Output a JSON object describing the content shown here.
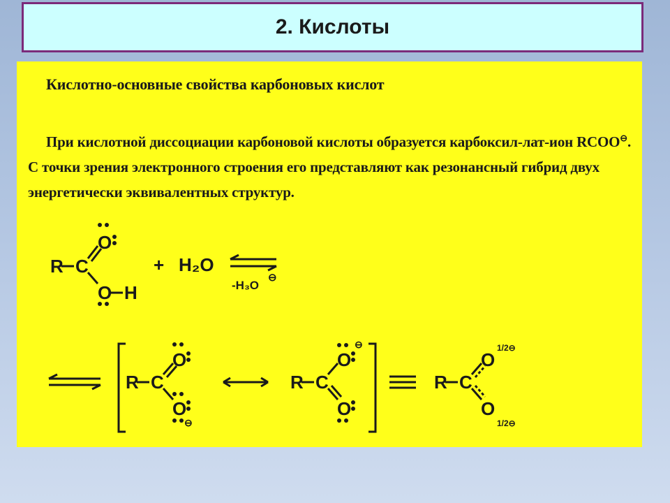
{
  "title": "2. Кислоты",
  "section": {
    "heading": "Кислотно-основные свойства карбоновых кислот",
    "paragraph_before_ion": "При кислотной диссоциации карбоновой кислоты образуется карбоксил-лат-ион RCOO",
    "ion_charge": "⊖",
    "paragraph_after_ion": ". С точки зрения электронного строения его представляют как резонансный гибрид двух энергетически эквивалентных структур."
  },
  "scheme": {
    "reactant": {
      "r": "R",
      "c": "C",
      "o": "O",
      "h": "H"
    },
    "plus": "+",
    "water": "H₂O",
    "byproduct": "-H₃O",
    "charge": "⊖",
    "half_charge": "1/2⊖"
  },
  "colors": {
    "title_bg": "#ccffff",
    "title_border": "#7b2a7a",
    "panel_bg": "#ffff1a"
  }
}
